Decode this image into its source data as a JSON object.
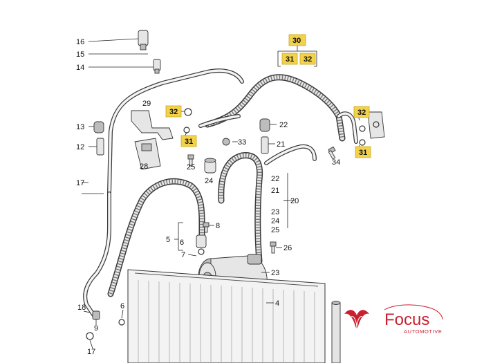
{
  "diagram": {
    "callouts": {
      "c16": "16",
      "c15": "15",
      "c14": "14",
      "c13": "13",
      "c12": "12",
      "c17a": "17",
      "c29": "29",
      "c28": "28",
      "c32a": "32",
      "c31a": "31",
      "c25": "25",
      "c24": "24",
      "c33": "33",
      "c22a": "22",
      "c21a": "21",
      "c30": "30",
      "c31b": "31",
      "c32b": "32",
      "c32c": "32",
      "c31c": "31",
      "c34": "34",
      "c22b": "22",
      "c21b": "21",
      "c20": "20",
      "c23a": "23",
      "c24b": "24",
      "c25b": "25",
      "c8": "8",
      "c5": "5",
      "c6a": "6",
      "c7": "7",
      "c26": "26",
      "c23b": "23",
      "c4": "4",
      "c18": "18",
      "c9": "9",
      "c6b": "6",
      "c17b": "17"
    },
    "highlight_color": "#f2d24a"
  },
  "brand": {
    "name": "Focus",
    "tagline": "AUTOMOTIVE",
    "color": "#c8202f",
    "logo_icon": "car-silhouette-logo"
  }
}
